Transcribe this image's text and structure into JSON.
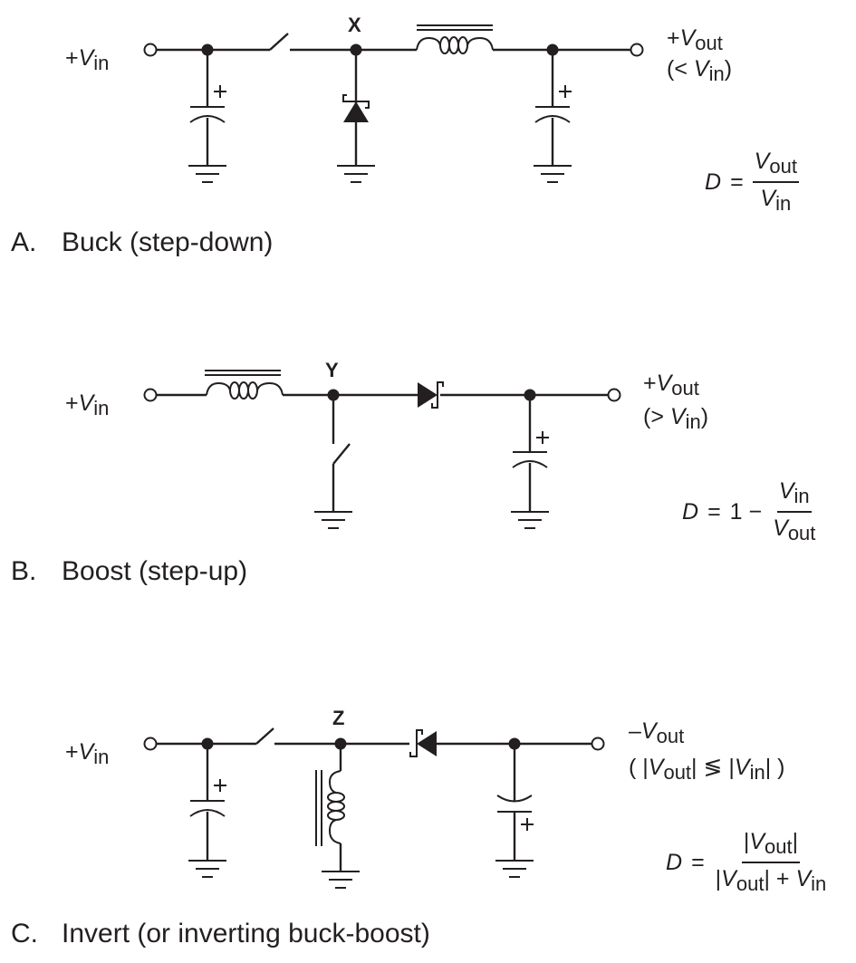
{
  "diagram": {
    "ink_color": "#231f20",
    "background": "#ffffff",
    "circuits": [
      {
        "id": "A",
        "caption_letter": "A.",
        "caption": "Buck (step-down)",
        "node_label": "X",
        "input": {
          "sign": "+",
          "symbol": "V",
          "sub": "in"
        },
        "output": {
          "sign": "+",
          "symbol": "V",
          "sub": "out"
        },
        "output_condition": {
          "prefix": "(< ",
          "symbol": "V",
          "sub": "in",
          "suffix": ")"
        },
        "formula": {
          "lhs": "D",
          "eq": "=",
          "prefix": "",
          "num": {
            "symbol": "V",
            "sub": "out"
          },
          "den": {
            "symbol": "V",
            "sub": "in"
          }
        },
        "components": [
          "input-terminal",
          "input-capacitor",
          "series-switch",
          "shunt-schottky-diode",
          "series-inductor",
          "output-capacitor",
          "output-terminal"
        ],
        "cap_polarity": "+"
      },
      {
        "id": "B",
        "caption_letter": "B.",
        "caption": "Boost (step-up)",
        "node_label": "Y",
        "input": {
          "sign": "+",
          "symbol": "V",
          "sub": "in"
        },
        "output": {
          "sign": "+",
          "symbol": "V",
          "sub": "out"
        },
        "output_condition": {
          "prefix": "(> ",
          "symbol": "V",
          "sub": "in",
          "suffix": ")"
        },
        "formula": {
          "lhs": "D",
          "eq": "=",
          "prefix": "1 −",
          "num": {
            "symbol": "V",
            "sub": "in"
          },
          "den": {
            "symbol": "V",
            "sub": "out"
          }
        },
        "components": [
          "input-terminal",
          "series-inductor",
          "shunt-switch",
          "series-schottky-diode",
          "output-capacitor",
          "output-terminal"
        ],
        "cap_polarity": "+"
      },
      {
        "id": "C",
        "caption_letter": "C.",
        "caption": "Invert (or inverting buck-boost)",
        "node_label": "Z",
        "input": {
          "sign": "+",
          "symbol": "V",
          "sub": "in"
        },
        "output": {
          "sign": "–",
          "symbol": "V",
          "sub": "out"
        },
        "output_condition": {
          "prefix": "( |",
          "symbol": "V",
          "sub": "out",
          "mid": "| ≶ |",
          "symbol2": "V",
          "sub2": "in",
          "suffix": "| )"
        },
        "formula": {
          "lhs": "D",
          "eq": "=",
          "prefix": "",
          "num": {
            "pre": "|",
            "symbol": "V",
            "sub": "out",
            "post": "|"
          },
          "den": {
            "pre": "|",
            "symbol": "V",
            "sub": "out",
            "post": "| + ",
            "symbol2": "V",
            "sub2": "in"
          }
        },
        "components": [
          "input-terminal",
          "input-capacitor",
          "series-switch",
          "shunt-inductor",
          "series-schottky-diode-reversed",
          "output-capacitor-inverted",
          "output-terminal"
        ],
        "cap_polarity": "+"
      }
    ]
  }
}
